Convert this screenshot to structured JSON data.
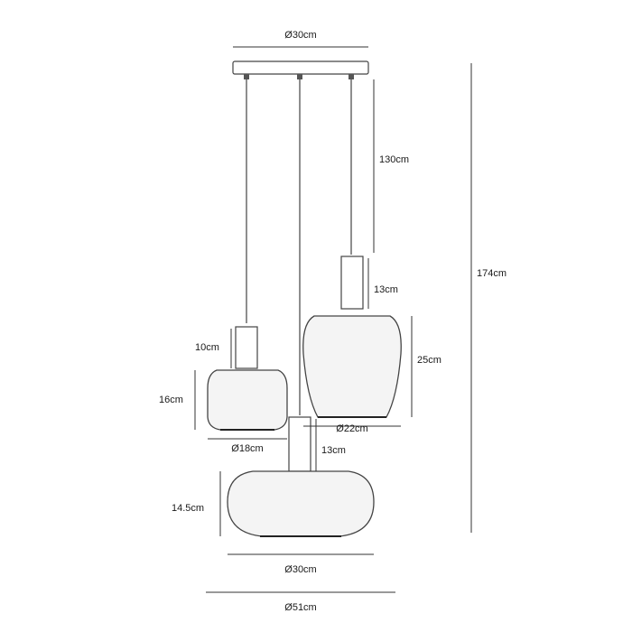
{
  "dimensions": {
    "canopy_diameter": "Ø30cm",
    "total_height": "174cm",
    "cord_length": "130cm",
    "right_holder_height": "13cm",
    "right_shade_height": "25cm",
    "right_shade_diameter": "Ø22cm",
    "left_holder_height": "10cm",
    "left_shade_height": "16cm",
    "left_shade_diameter": "Ø18cm",
    "bottom_holder_height": "13cm",
    "bottom_shade_height": "14.5cm",
    "bottom_shade_diameter": "Ø30cm",
    "overall_diameter": "Ø51cm"
  }
}
